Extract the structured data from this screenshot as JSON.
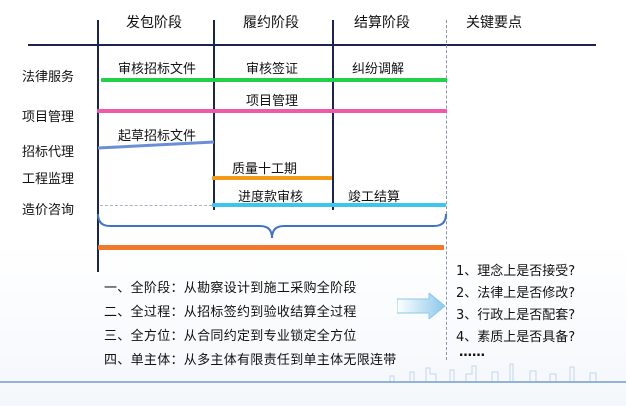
{
  "headers": [
    "发包阶段",
    "履约阶段",
    "结算阶段",
    "关键要点"
  ],
  "rows": [
    "法律服务",
    "项目管理",
    "招标代理",
    "工程监理",
    "造价咨询"
  ],
  "cells": {
    "review_bid_docs": "审核招标文件",
    "review_signing": "审核签证",
    "dispute_mediation": "纠纷调解",
    "project_mgmt": "项目管理",
    "draft_bid_docs": "起草招标文件",
    "quality_schedule": "质量十工期",
    "progress_payment": "进度款审核",
    "completion_settlement": "竣工结算"
  },
  "summary": [
    "一、全阶段：从勘察设计到施工采购全阶段",
    "二、全过程：从招标签约到验收结算全过程",
    "三、全方位：从合同约定到专业锁定全方位",
    "四、单主体：从多主体有限责任到单主体无限连带"
  ],
  "key_points": [
    "1、理念上是否接受?",
    "2、法律上是否修改?",
    "3、行政上是否配套?",
    "4、素质上是否具备?",
    "……"
  ],
  "colors": {
    "legal": "#1fd24a",
    "pm": "#ee5aa8",
    "bidding": "#6b8fd6",
    "supervision": "#f39a18",
    "cost": "#3cc6ef",
    "brace": "#3f73c8",
    "fullspan": "#f07a2a"
  }
}
